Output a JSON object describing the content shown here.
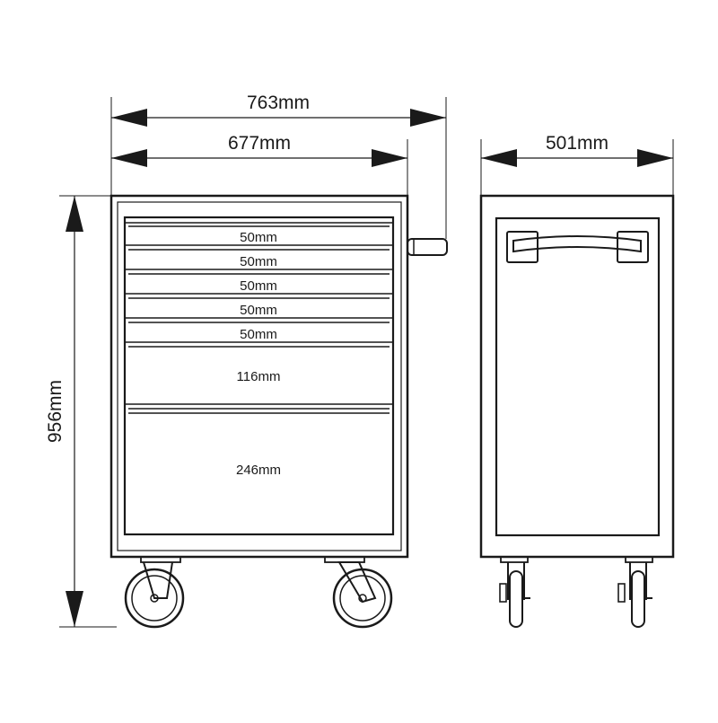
{
  "dimensions": {
    "overall_width": "763mm",
    "body_width": "677mm",
    "depth": "501mm",
    "height": "956mm"
  },
  "drawers": [
    {
      "label": "50mm"
    },
    {
      "label": "50mm"
    },
    {
      "label": "50mm"
    },
    {
      "label": "50mm"
    },
    {
      "label": "50mm"
    },
    {
      "label": "116mm"
    },
    {
      "label": "246mm"
    }
  ],
  "colors": {
    "line": "#1a1a1a",
    "background": "#ffffff"
  }
}
